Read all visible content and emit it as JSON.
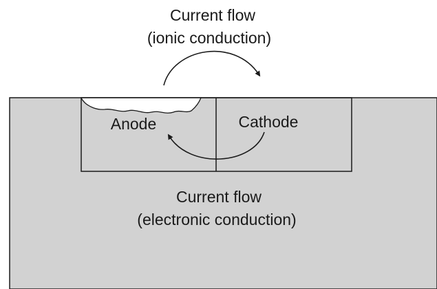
{
  "labels": {
    "top_line1": "Current flow",
    "top_line2": "(ionic conduction)",
    "anode": "Anode",
    "cathode": "Cathode",
    "bottom_line1": "Current flow",
    "bottom_line2": "(electronic conduction)"
  },
  "colors": {
    "metal_fill": "#d2d2d2",
    "stroke": "#1a1a1a",
    "electrolyte": "#ffffff"
  }
}
